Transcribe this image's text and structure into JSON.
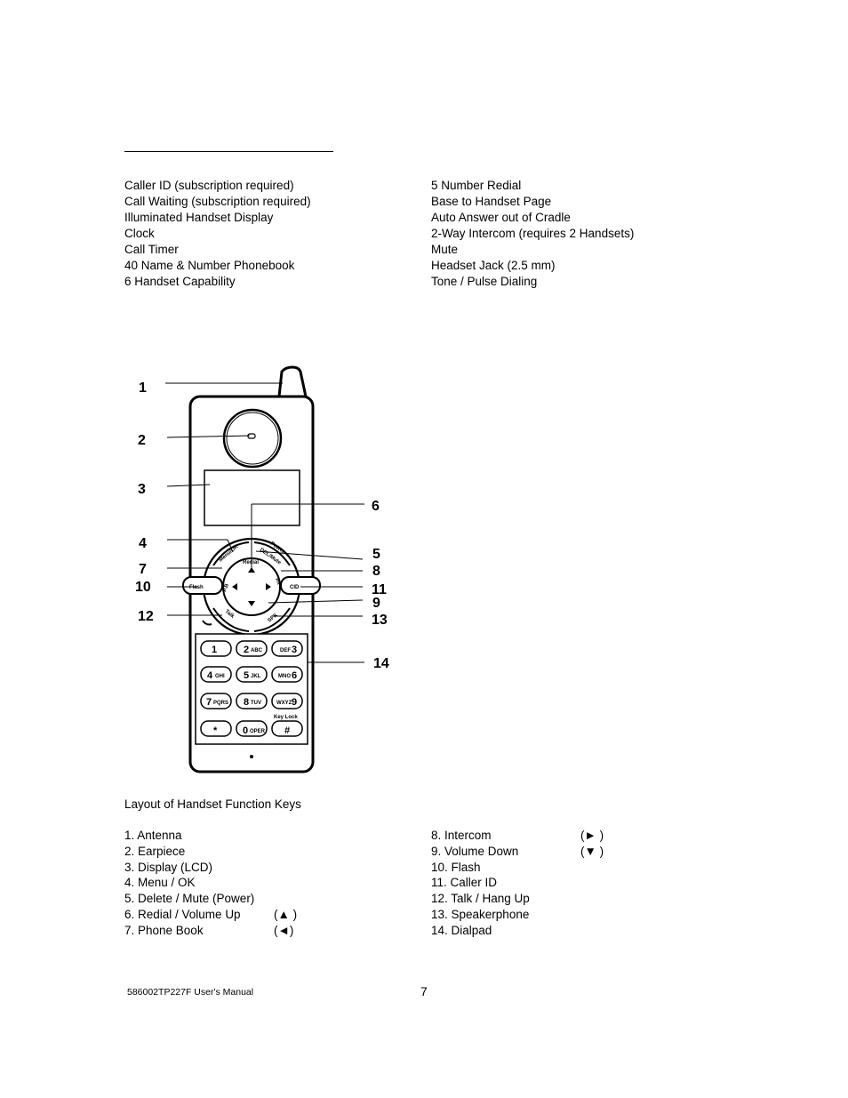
{
  "features": {
    "left": [
      "Caller ID  (subscription required)",
      "Call Waiting  (subscription required)",
      "Illuminated Handset Display",
      "Clock",
      "Call Timer",
      "40 Name & Number Phonebook",
      "6 Handset Capability"
    ],
    "right": [
      "5 Number Redial",
      "Base to Handset Page",
      "Auto Answer out of Cradle",
      "2-Way Intercom  (requires 2 Handsets)",
      "Mute",
      "Headset Jack  (2.5 mm)",
      "Tone / Pulse Dialing"
    ]
  },
  "diagram": {
    "callouts": [
      "1",
      "2",
      "3",
      "4",
      "5",
      "6",
      "7",
      "8",
      "9",
      "10",
      "11",
      "12",
      "13",
      "14"
    ],
    "button_labels": {
      "menu": "Menu/OK",
      "power": "Power",
      "del_mute": "DEL/Mute",
      "redial": "Redial",
      "pb": "P.B",
      "int": "Int",
      "flash": "Flash",
      "cid": "CID",
      "talk": "Talk",
      "spk": "SPK",
      "key_lock": "Key Lock"
    },
    "keypad": [
      {
        "num": "1",
        "letters": ""
      },
      {
        "num": "2",
        "letters": "ABC"
      },
      {
        "num": "3",
        "letters": "DEF"
      },
      {
        "num": "4",
        "letters": "GHI"
      },
      {
        "num": "5",
        "letters": "JKL"
      },
      {
        "num": "6",
        "letters": "MNO"
      },
      {
        "num": "7",
        "letters": "PQRS"
      },
      {
        "num": "8",
        "letters": "TUV"
      },
      {
        "num": "9",
        "letters": "WXYZ"
      },
      {
        "num": "*",
        "letters": ""
      },
      {
        "num": "0",
        "letters": "OPER"
      },
      {
        "num": "#",
        "letters": ""
      }
    ]
  },
  "caption": "Layout of Handset Function Keys",
  "key_list": {
    "left": [
      {
        "label": "1. Antenna",
        "symbol": ""
      },
      {
        "label": "2. Earpiece",
        "symbol": ""
      },
      {
        "label": "3. Display (LCD)",
        "symbol": ""
      },
      {
        "label": "4. Menu / OK",
        "symbol": ""
      },
      {
        "label": "5. Delete / Mute (Power)",
        "symbol": ""
      },
      {
        "label": "6. Redial / Volume Up",
        "symbol": "(▲ )"
      },
      {
        "label": "7. Phone Book",
        "symbol": "(◄)"
      }
    ],
    "right": [
      {
        "label": "8. Intercom",
        "symbol": "(► )"
      },
      {
        "label": "9. Volume Down",
        "symbol": "(▼ )"
      },
      {
        "label": "10. Flash",
        "symbol": ""
      },
      {
        "label": "11. Caller ID",
        "symbol": ""
      },
      {
        "label": "12. Talk / Hang Up",
        "symbol": ""
      },
      {
        "label": "13. Speakerphone",
        "symbol": ""
      },
      {
        "label": "14. Dialpad",
        "symbol": ""
      }
    ]
  },
  "footer": {
    "manual": "586002TP227F User's Manual",
    "page": "7"
  }
}
